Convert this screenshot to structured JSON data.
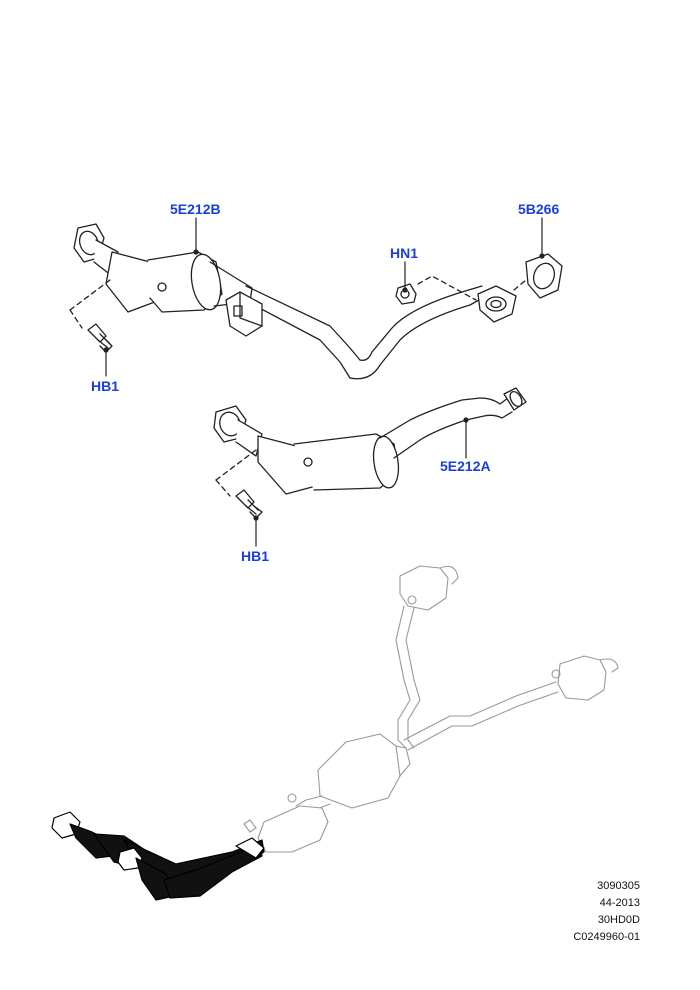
{
  "labels": {
    "cat_b": "5E212B",
    "gasket": "5B266",
    "nut": "HN1",
    "bolt_top": "HB1",
    "cat_a": "5E212A",
    "bolt_bottom": "HB1"
  },
  "reference": {
    "line1": "3090305",
    "line2": "44-2013",
    "line3": "30HD0D",
    "line4": "C0249960-01"
  },
  "colors": {
    "label": "#1a3fd8",
    "line": "#222222",
    "highlight": "#000000"
  }
}
